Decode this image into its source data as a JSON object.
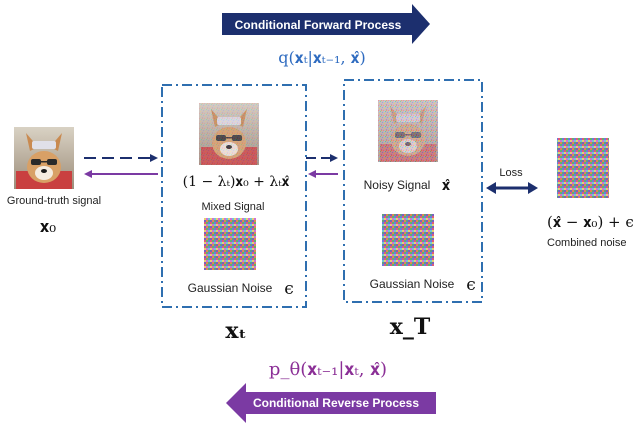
{
  "colors": {
    "forward": "#1c2f6e",
    "reverse": "#7b3aa3",
    "box": "#2f6fb0",
    "dash": "#1c2f6e",
    "purple": "#8b2f96",
    "blue_text": "#2e6bc0"
  },
  "forward": {
    "label": "Conditional Forward  Process",
    "formula": "q(𝐱ₜ|𝐱ₜ₋₁, 𝐱̂)"
  },
  "reverse": {
    "label": "Conditional Reverse Process",
    "formula": "p_θ(𝐱ₜ₋₁|𝐱ₜ, 𝐱̂)"
  },
  "ground_truth": {
    "caption": "Ground-truth signal",
    "symbol": "𝐱₀"
  },
  "box_t": {
    "mixed_formula": "(1 − λₜ)𝐱₀ + λₜ𝐱̂",
    "mixed_caption": "Mixed Signal",
    "noise_caption": "Gaussian Noise",
    "noise_symbol": "ϵ",
    "symbol": "𝐱ₜ"
  },
  "box_T": {
    "noisy_caption": "Noisy Signal",
    "noisy_symbol": "𝐱̂",
    "noise_caption": "Gaussian Noise",
    "noise_symbol": "ϵ",
    "symbol": "𝐱_T"
  },
  "loss": {
    "label": "Loss"
  },
  "combined": {
    "formula": "(𝐱̂ − 𝐱₀) + ϵ",
    "caption": "Combined noise"
  },
  "icons": [
    "corgi-photo",
    "noisy-corgi-photo",
    "gaussian-noise-patch"
  ]
}
